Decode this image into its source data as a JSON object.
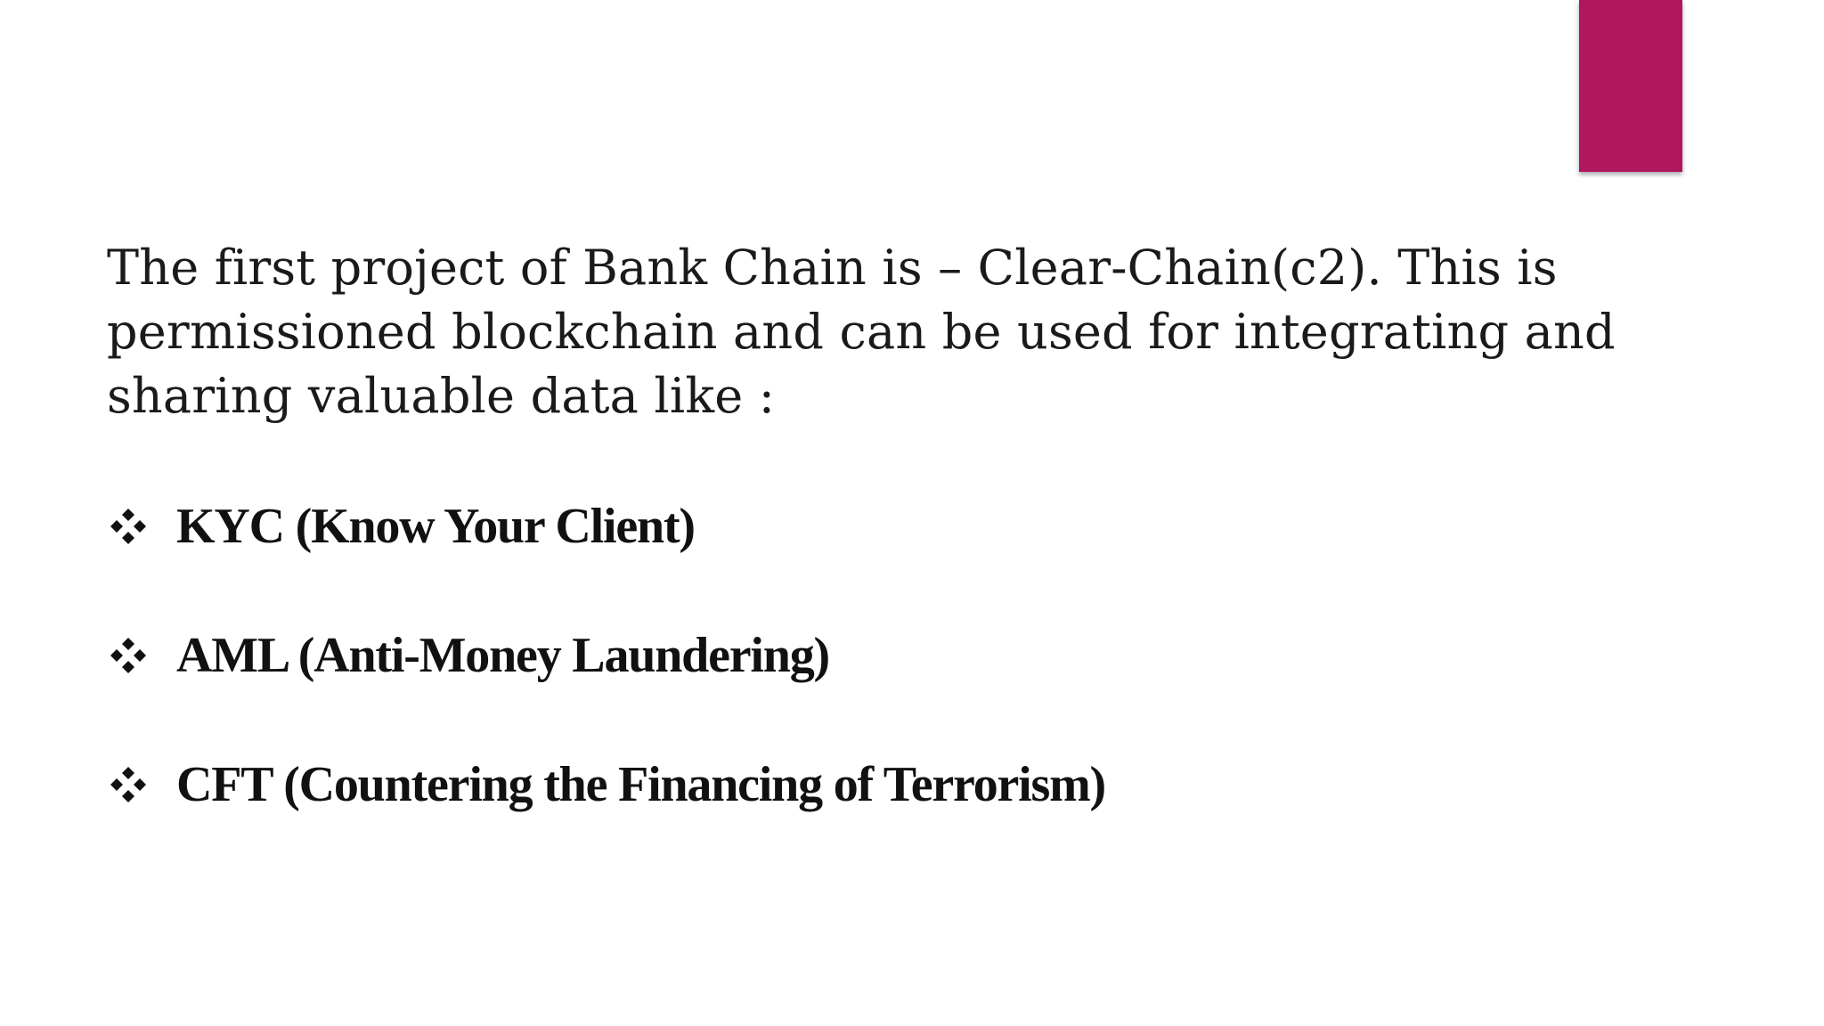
{
  "slide": {
    "accent_color": "#B0175F",
    "intro_text": "The first project of  Bank Chain is – Clear-Chain(c2). This is permissioned blockchain and can be used for integrating and sharing valuable data like :",
    "bullet_icon": "four-diamond-bullet-icon",
    "bullets": [
      {
        "label": "KYC (Know Your Client)"
      },
      {
        "label": "AML (Anti-Money Laundering)"
      },
      {
        "label": "CFT (Countering the Financing of Terrorism)"
      }
    ]
  }
}
